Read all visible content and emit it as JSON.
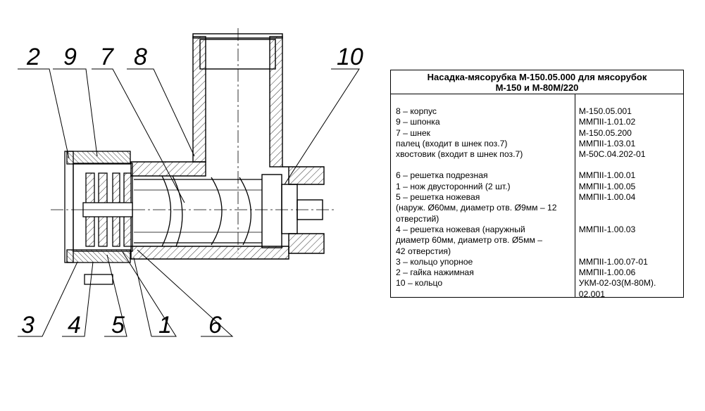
{
  "callouts": {
    "n2": "2",
    "n9": "9",
    "n7": "7",
    "n8": "8",
    "n10": "10",
    "n3": "3",
    "n4": "4",
    "n5": "5",
    "n1": "1",
    "n6": "6"
  },
  "table": {
    "title_line1": "Насадка-мясорубка М-150.05.000 для мясорубок",
    "title_line2": "М-150 и М-80М/220",
    "group1": [
      {
        "name": "8 – корпус",
        "code": "М-150.05.001"
      },
      {
        "name": "9 – шпонка",
        "code": "ММПII-1.01.02"
      },
      {
        "name": "7 – шнек",
        "code": "М-150.05.200"
      },
      {
        "name": "палец (входит в шнек поз.7)",
        "code": "ММПII-1.03.01"
      },
      {
        "name": "хвостовик (входит в шнек поз.7)",
        "code": "М-50С.04.202-01"
      }
    ],
    "group2": [
      {
        "name": "6 – решетка подрезная",
        "code": "ММПII-1.00.01"
      },
      {
        "name": "1 – нож двусторонний (2 шт.)",
        "code": "ММПII-1.00.05"
      },
      {
        "name": "5 – решетка ножевая",
        "code": "ММПII-1.00.04"
      },
      {
        "name": "(наруж. Ø60мм, диаметр отв. Ø9мм – 12",
        "code": ""
      },
      {
        "name": "отверстий)",
        "code": ""
      },
      {
        "name": "4 – решетка ножевая (наружный",
        "code": "ММПII-1.00.03"
      },
      {
        "name": "диаметр 60мм,  диаметр отв. Ø5мм –",
        "code": ""
      },
      {
        "name": "42 отверстия)",
        "code": ""
      },
      {
        "name": "3 – кольцо упорное",
        "code": "ММПII-1.00.07-01"
      },
      {
        "name": "2 – гайка нажимная",
        "code": "ММПII-1.00.06"
      },
      {
        "name": "10 – кольцо",
        "code": "УКМ-02-03(М-80М)."
      },
      {
        "name": "",
        "code": "02.001"
      }
    ]
  }
}
